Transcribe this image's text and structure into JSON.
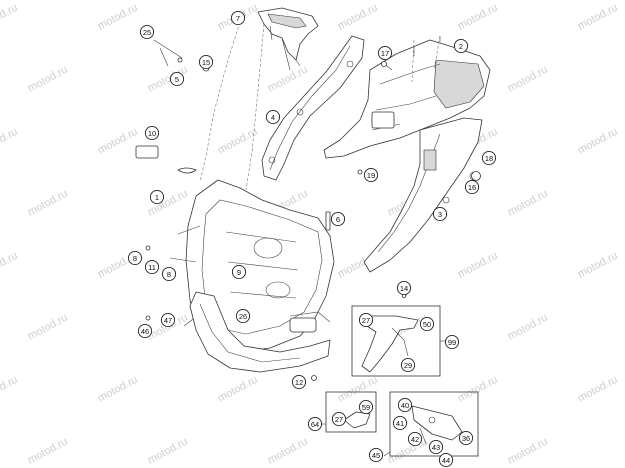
{
  "watermark": {
    "text": "motod.ru"
  },
  "callouts": [
    {
      "label": "25"
    },
    {
      "label": "15"
    },
    {
      "label": "5"
    },
    {
      "label": "7"
    },
    {
      "label": "2"
    },
    {
      "label": "17"
    },
    {
      "label": "4"
    },
    {
      "label": "10"
    },
    {
      "label": "18"
    },
    {
      "label": "16"
    },
    {
      "label": "19"
    },
    {
      "label": "1"
    },
    {
      "label": "3"
    },
    {
      "label": "6"
    },
    {
      "label": "8"
    },
    {
      "label": "11"
    },
    {
      "label": "8"
    },
    {
      "label": "9"
    },
    {
      "label": "14"
    },
    {
      "label": "47"
    },
    {
      "label": "46"
    },
    {
      "label": "26"
    },
    {
      "label": "27"
    },
    {
      "label": "50"
    },
    {
      "label": "99"
    },
    {
      "label": "29"
    },
    {
      "label": "12"
    },
    {
      "label": "40"
    },
    {
      "label": "27"
    },
    {
      "label": "59"
    },
    {
      "label": "64"
    },
    {
      "label": "41"
    },
    {
      "label": "42"
    },
    {
      "label": "36"
    },
    {
      "label": "43"
    },
    {
      "label": "44"
    },
    {
      "label": "45"
    }
  ]
}
